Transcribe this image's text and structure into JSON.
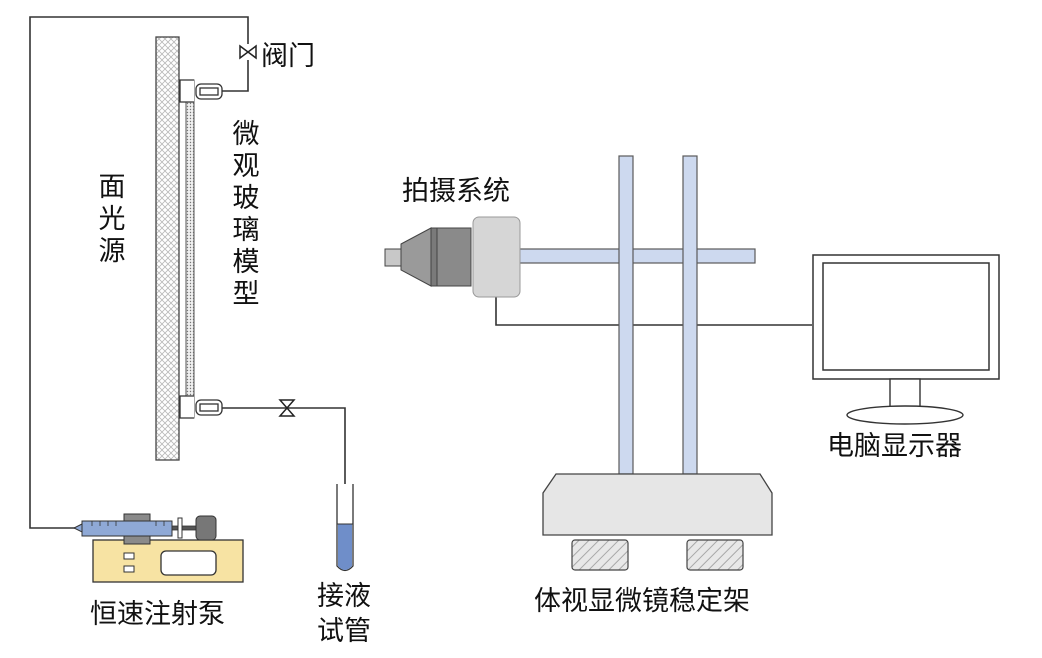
{
  "labels": {
    "light_source": "面光源",
    "valve": "阀门",
    "glass_model": "微观玻璃模型",
    "camera_system": "拍摄系统",
    "monitor": "电脑显示器",
    "syringe_pump": "恒速注射泵",
    "test_tube_line1": "接液",
    "test_tube_line2": "试管",
    "microscope_stand": "体视显微镜稳定架"
  },
  "colors": {
    "stand_rod": "#cdd9ef",
    "rod_outline": "#5a5a5a",
    "camera_body": "#8a8a8a",
    "camera_light": "#d6d6d6",
    "base_gray": "#e6e6e6",
    "foot_hatch": "#c8c8c8",
    "pump_base": "#f7e3a3",
    "liquid_blue": "#6f8ec9",
    "syringe_blue": "#8fa9d6",
    "line": "#333333"
  }
}
